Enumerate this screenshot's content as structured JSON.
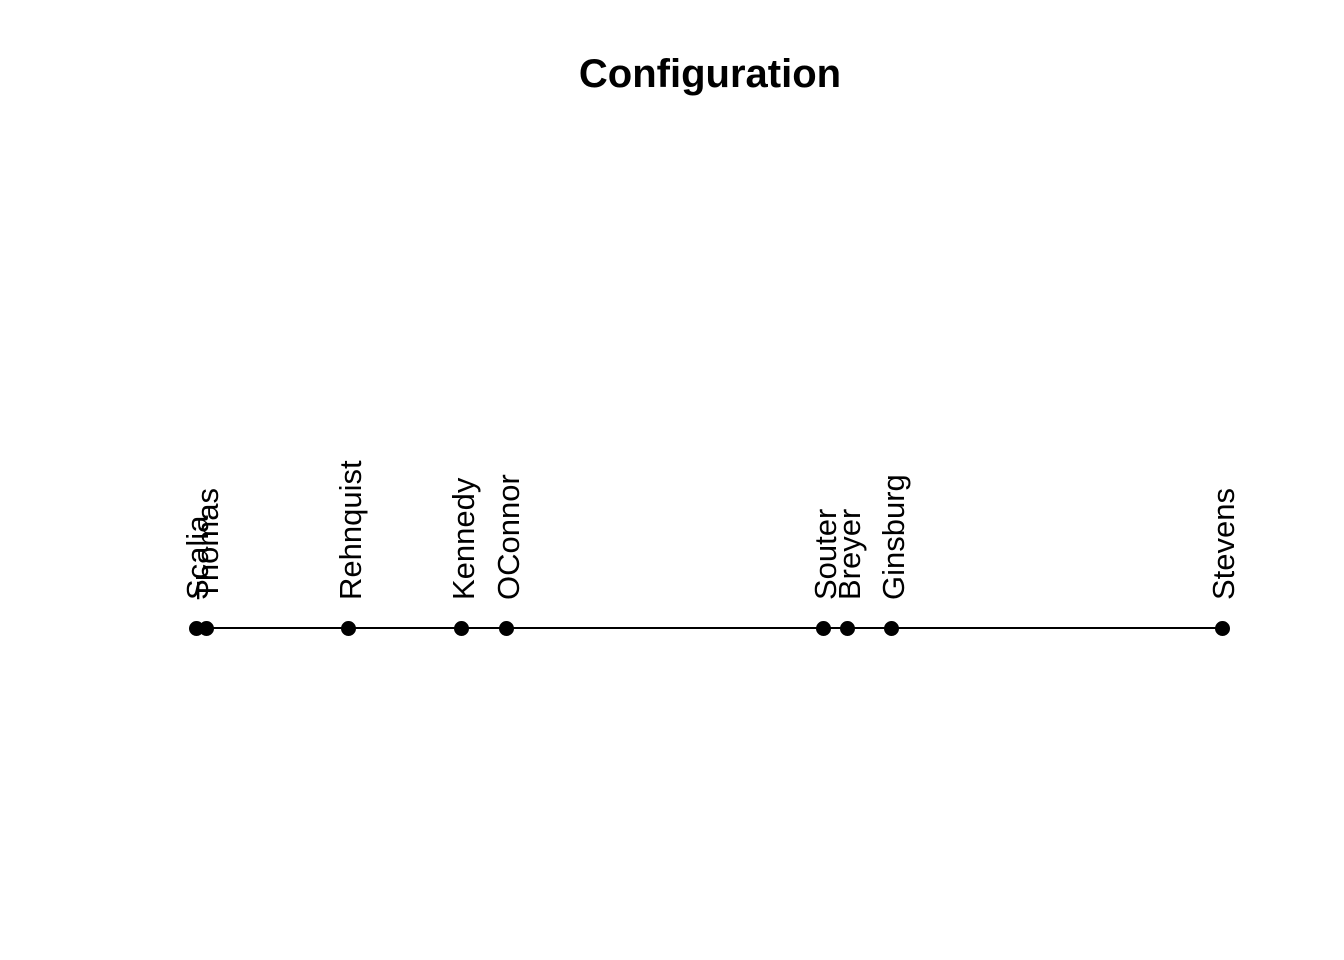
{
  "page": {
    "background_color": "#ffffff",
    "text_color": "#000000"
  },
  "chart_data": {
    "type": "scatter",
    "title": "Configuration",
    "subtitle": "",
    "xlabel": "",
    "ylabel": "",
    "axes_visible": false,
    "grid": false,
    "legend": false,
    "description": "One-dimensional configuration plot: nine points on a single horizontal line, each labeled with a Supreme Court justice name rotated 90 degrees above its point; Scalia and Thomas nearly coincide at the left end.",
    "xlim": [
      0,
      1
    ],
    "point_color": "#000000",
    "line_color": "#000000",
    "label_rotation_deg": 90,
    "points": [
      {
        "label": "Scalia",
        "x": 0.0
      },
      {
        "label": "Thomas",
        "x": 0.01
      },
      {
        "label": "Rehnquist",
        "x": 0.149
      },
      {
        "label": "Kennedy",
        "x": 0.259
      },
      {
        "label": "OConnor",
        "x": 0.303
      },
      {
        "label": "Souter",
        "x": 0.612
      },
      {
        "label": "Breyer",
        "x": 0.635
      },
      {
        "label": "Ginsburg",
        "x": 0.678
      },
      {
        "label": "Stevens",
        "x": 1.0
      }
    ]
  }
}
